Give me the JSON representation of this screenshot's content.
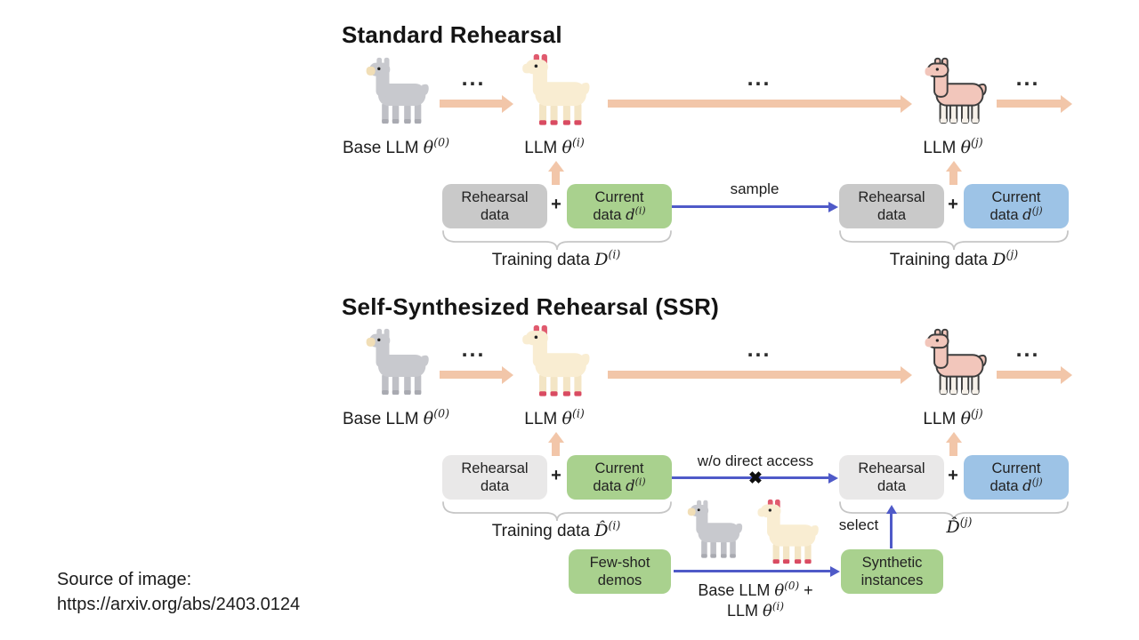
{
  "colors": {
    "peach_arrow": "#f2c6a9",
    "blue_arrow": "#4f5ac8",
    "green_box": "#a9d18e",
    "blue_box": "#9dc3e6",
    "gray_box": "#c9c9c9",
    "light_gray_box": "#e9e8e8"
  },
  "standard": {
    "title": "Standard Rehearsal",
    "dots": "...",
    "llama_base": {
      "pre": "Base LLM ",
      "sym": "θ",
      "sup": "(0)"
    },
    "llama_mid": {
      "pre": "LLM ",
      "sym": "θ",
      "sup": "(i)"
    },
    "llama_end": {
      "pre": "LLM ",
      "sym": "θ",
      "sup": "(j)"
    },
    "rehearsal_box": {
      "line1": "Rehearsal",
      "line2": "data"
    },
    "plus": "+",
    "current_box_i": {
      "line1": "Current",
      "pre": "data ",
      "sym": "d",
      "sup": "(i)"
    },
    "current_box_j": {
      "line1": "Current",
      "pre": "data ",
      "sym": "d",
      "sup": "(j)"
    },
    "sample_label": "sample",
    "training_i": {
      "pre": "Training data ",
      "sym": "D",
      "sup": "(i)"
    },
    "training_j": {
      "pre": "Training data ",
      "sym": "D",
      "sup": "(j)"
    }
  },
  "ssr": {
    "title": "Self-Synthesized Rehearsal (SSR)",
    "dots": "...",
    "llama_base": {
      "pre": "Base LLM ",
      "sym": "θ",
      "sup": "(0)"
    },
    "llama_mid": {
      "pre": "LLM ",
      "sym": "θ",
      "sup": "(i)"
    },
    "llama_end": {
      "pre": "LLM ",
      "sym": "θ",
      "sup": "(j)"
    },
    "rehearsal_box": {
      "line1": "Rehearsal",
      "line2": "data"
    },
    "plus": "+",
    "current_box_i": {
      "line1": "Current",
      "pre": "data ",
      "sym": "d",
      "sup": "(i)"
    },
    "current_box_j": {
      "line1": "Current",
      "pre": "data ",
      "sym": "d",
      "sup": "(j)"
    },
    "no_access_label": "w/o direct access",
    "cross": "✖",
    "training_i": {
      "pre": "Training data ",
      "sym": "D̂",
      "sup": "(i)"
    },
    "dhat_j": {
      "sym": "D̂",
      "sup": "(j)"
    },
    "select_label": "select",
    "fewshot_box": {
      "line1": "Few-shot",
      "line2": "demos"
    },
    "synthetic_box": {
      "line1": "Synthetic",
      "line2": "instances"
    },
    "generators": {
      "pre": "Base LLM ",
      "sym": "θ",
      "sup": "(0)",
      "post": " +",
      "pre2": "LLM ",
      "sym2": "θ",
      "sup2": "(i)"
    }
  },
  "source": {
    "line1": "Source of image:",
    "line2": "https://arxiv.org/abs/2403.0124"
  }
}
